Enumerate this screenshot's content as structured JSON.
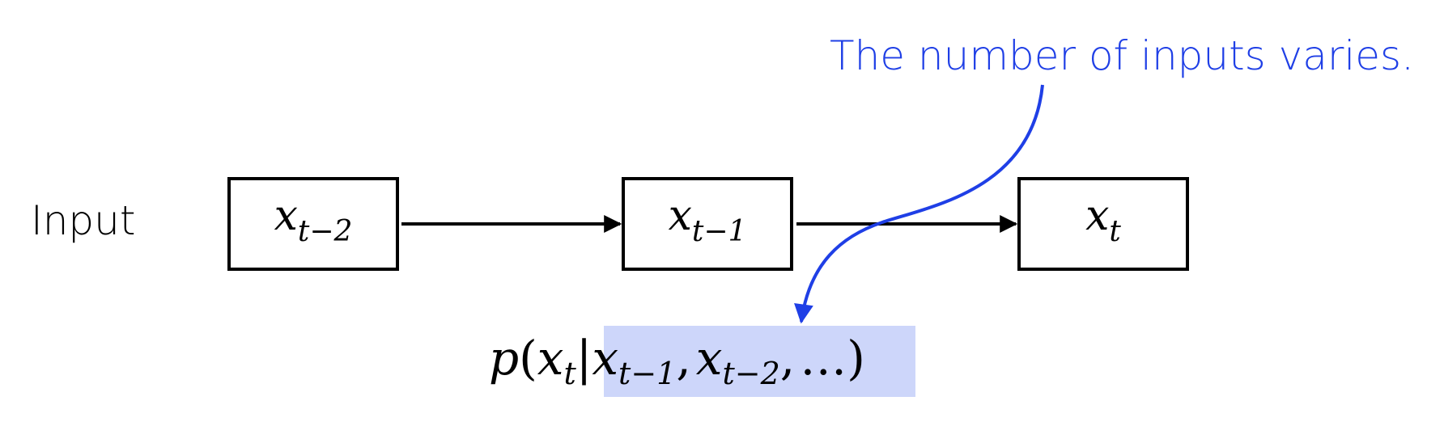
{
  "row_label": "Input",
  "annotation": "The number of inputs varies.",
  "colors": {
    "annotation": "#1f3fe6",
    "highlight": "#cdd6fa",
    "stroke": "#000000"
  },
  "nodes": [
    {
      "var": "x",
      "sub": "t−2"
    },
    {
      "var": "x",
      "sub": "t−1"
    },
    {
      "var": "x",
      "sub": "t"
    }
  ],
  "formula": {
    "p": "p",
    "open": "(",
    "xt": "x",
    "xt_sub": "t",
    "bar": "|",
    "x1": "x",
    "x1_sub": "t−1",
    "comma1": ",",
    "x2": "x",
    "x2_sub": "t−2",
    "comma2": ",",
    "dots": "…",
    "close": ")"
  }
}
